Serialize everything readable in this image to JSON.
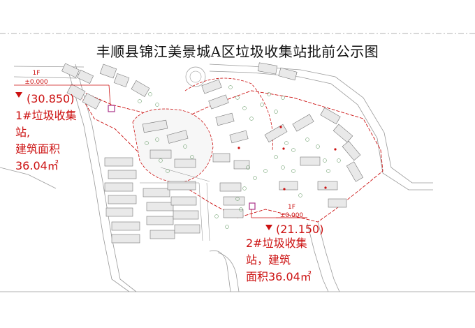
{
  "title": "丰顺县锦江美景城A区垃圾收集站批前公示图",
  "station1": {
    "floor": "1F",
    "level": "±0.000",
    "elevation": "(30.850)",
    "name": "1#垃圾收集站,",
    "area": "建筑面积36.04㎡"
  },
  "station2": {
    "floor": "1F",
    "level": "±0.000",
    "elevation": "(21.150)",
    "name": "2#垃圾收集站，建筑",
    "area": "面积36.04㎡"
  },
  "colors": {
    "accent": "#cc1111",
    "linework": "#8a8a8a",
    "trees": "#4c8a4c",
    "station": "#aa3388"
  }
}
